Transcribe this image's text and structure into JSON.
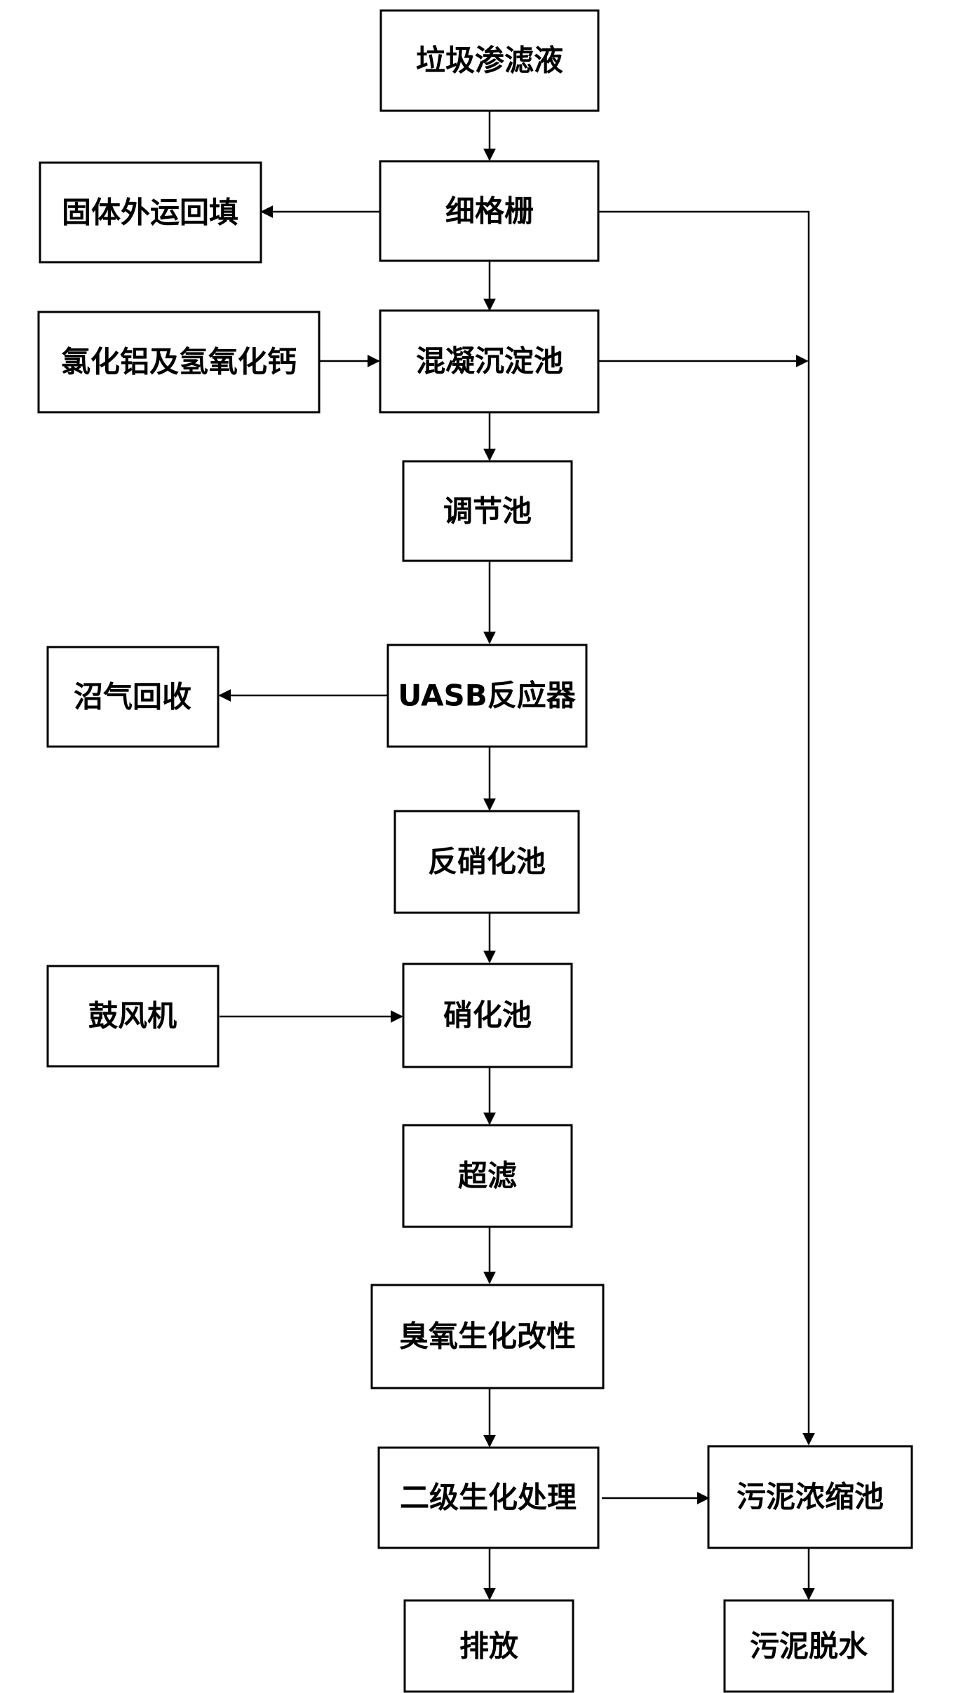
{
  "nodes": {
    "leachate": "垃圾渗滤液",
    "fine_screen": "细格栅",
    "solid_disposal": "固体外运回填",
    "coagulant": "氯化铝及氢氧化钙",
    "coag_sed_tank": "混凝沉淀池",
    "equalization_tank": "调节池",
    "biogas_recovery": "沼气回收",
    "uasb": "UASB反应器",
    "denitrification_tank": "反硝化池",
    "blower": "鼓风机",
    "nitrification_tank": "硝化池",
    "ultrafiltration": "超滤",
    "ozone_modification": "臭氧生化改性",
    "secondary_treatment": "二级生化处理",
    "discharge": "排放",
    "sludge_thickener": "污泥浓缩池",
    "sludge_dewatering": "污泥脱水"
  }
}
